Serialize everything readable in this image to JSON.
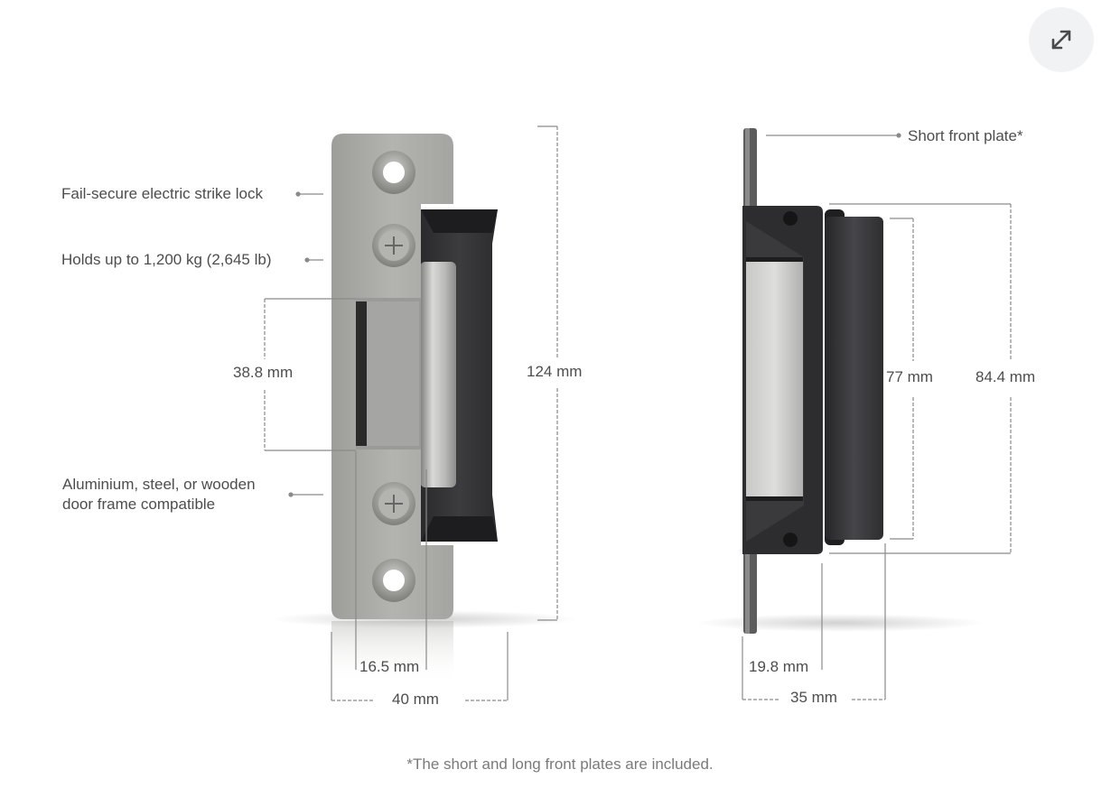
{
  "toolbar": {
    "expand_icon": "expand-arrows-icon"
  },
  "front_view": {
    "callouts": [
      {
        "text": "Fail-secure electric strike lock"
      },
      {
        "text": "Holds up to 1,200 kg (2,645 lb)"
      },
      {
        "text_line1": "Aluminium, steel, or wooden",
        "text_line2": "door frame compatible"
      }
    ],
    "dimensions": {
      "opening_height": "38.8 mm",
      "total_height": "124 mm",
      "keeper_width": "16.5 mm",
      "plate_width": "40 mm"
    }
  },
  "side_view": {
    "callouts": [
      {
        "text": "Short front plate*"
      }
    ],
    "dimensions": {
      "body_height": "77 mm",
      "housing_height": "84.4 mm",
      "depth_body": "19.8 mm",
      "total_depth": "35 mm"
    }
  },
  "footnote": "*The short and long front plates are included.",
  "colors": {
    "plate": "#a9a9a5",
    "housing": "#2f2f31",
    "keeper": "#c4c4c2",
    "dimension_line": "#8a8a8a",
    "text": "#4d4d4d",
    "footnote": "#7a7a7a",
    "button_bg": "#f1f2f4"
  }
}
